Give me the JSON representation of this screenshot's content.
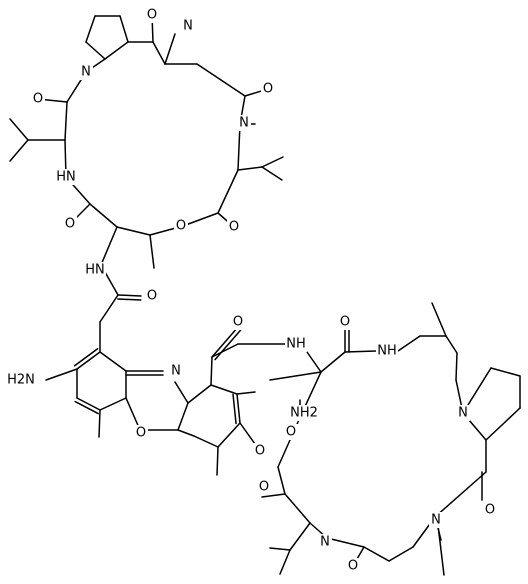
{
  "atom_labels": {
    "o": "O",
    "n": "N",
    "nh": "NH",
    "hn": "HN",
    "nh2": "NH2",
    "h2n": "H2N"
  }
}
